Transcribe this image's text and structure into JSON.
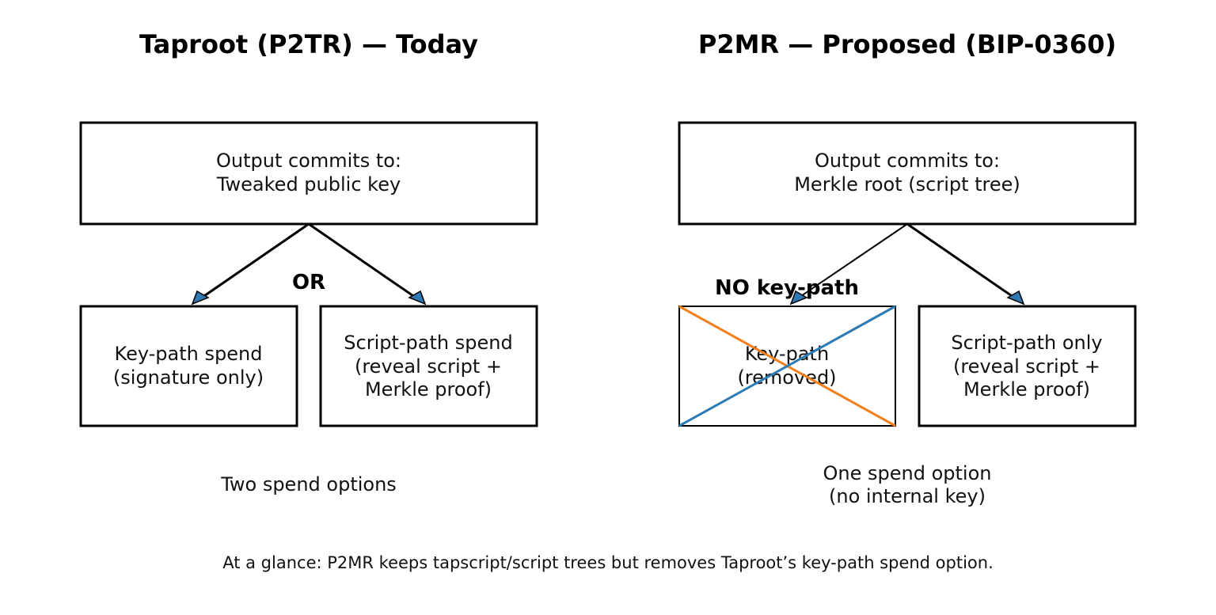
{
  "left": {
    "title": "Taproot (P2TR) — Today",
    "top_box": [
      "Output commits to:",
      "Tweaked public key"
    ],
    "left_box": [
      "Key-path spend",
      "(signature only)"
    ],
    "right_box": [
      "Script-path spend",
      "(reveal script +",
      "Merkle proof)"
    ],
    "connector_label": "OR",
    "caption": "Two spend options"
  },
  "right": {
    "title": "P2MR — Proposed (BIP-0360)",
    "top_box": [
      "Output commits to:",
      "Merkle root (script tree)"
    ],
    "left_box": [
      "Key-path",
      "(removed)"
    ],
    "right_box": [
      "Script-path only",
      "(reveal script +",
      "Merkle proof)"
    ],
    "connector_label": "NO key-path",
    "caption": [
      "One spend option",
      "(no internal key)"
    ]
  },
  "footer": "At a glance: P2MR keeps tapscript/script trees but removes Taproot’s key-path spend option.",
  "colors": {
    "arrowhead": "#2e78b4",
    "cross_orange": "#f07f1c",
    "cross_blue": "#2c7bb5"
  }
}
